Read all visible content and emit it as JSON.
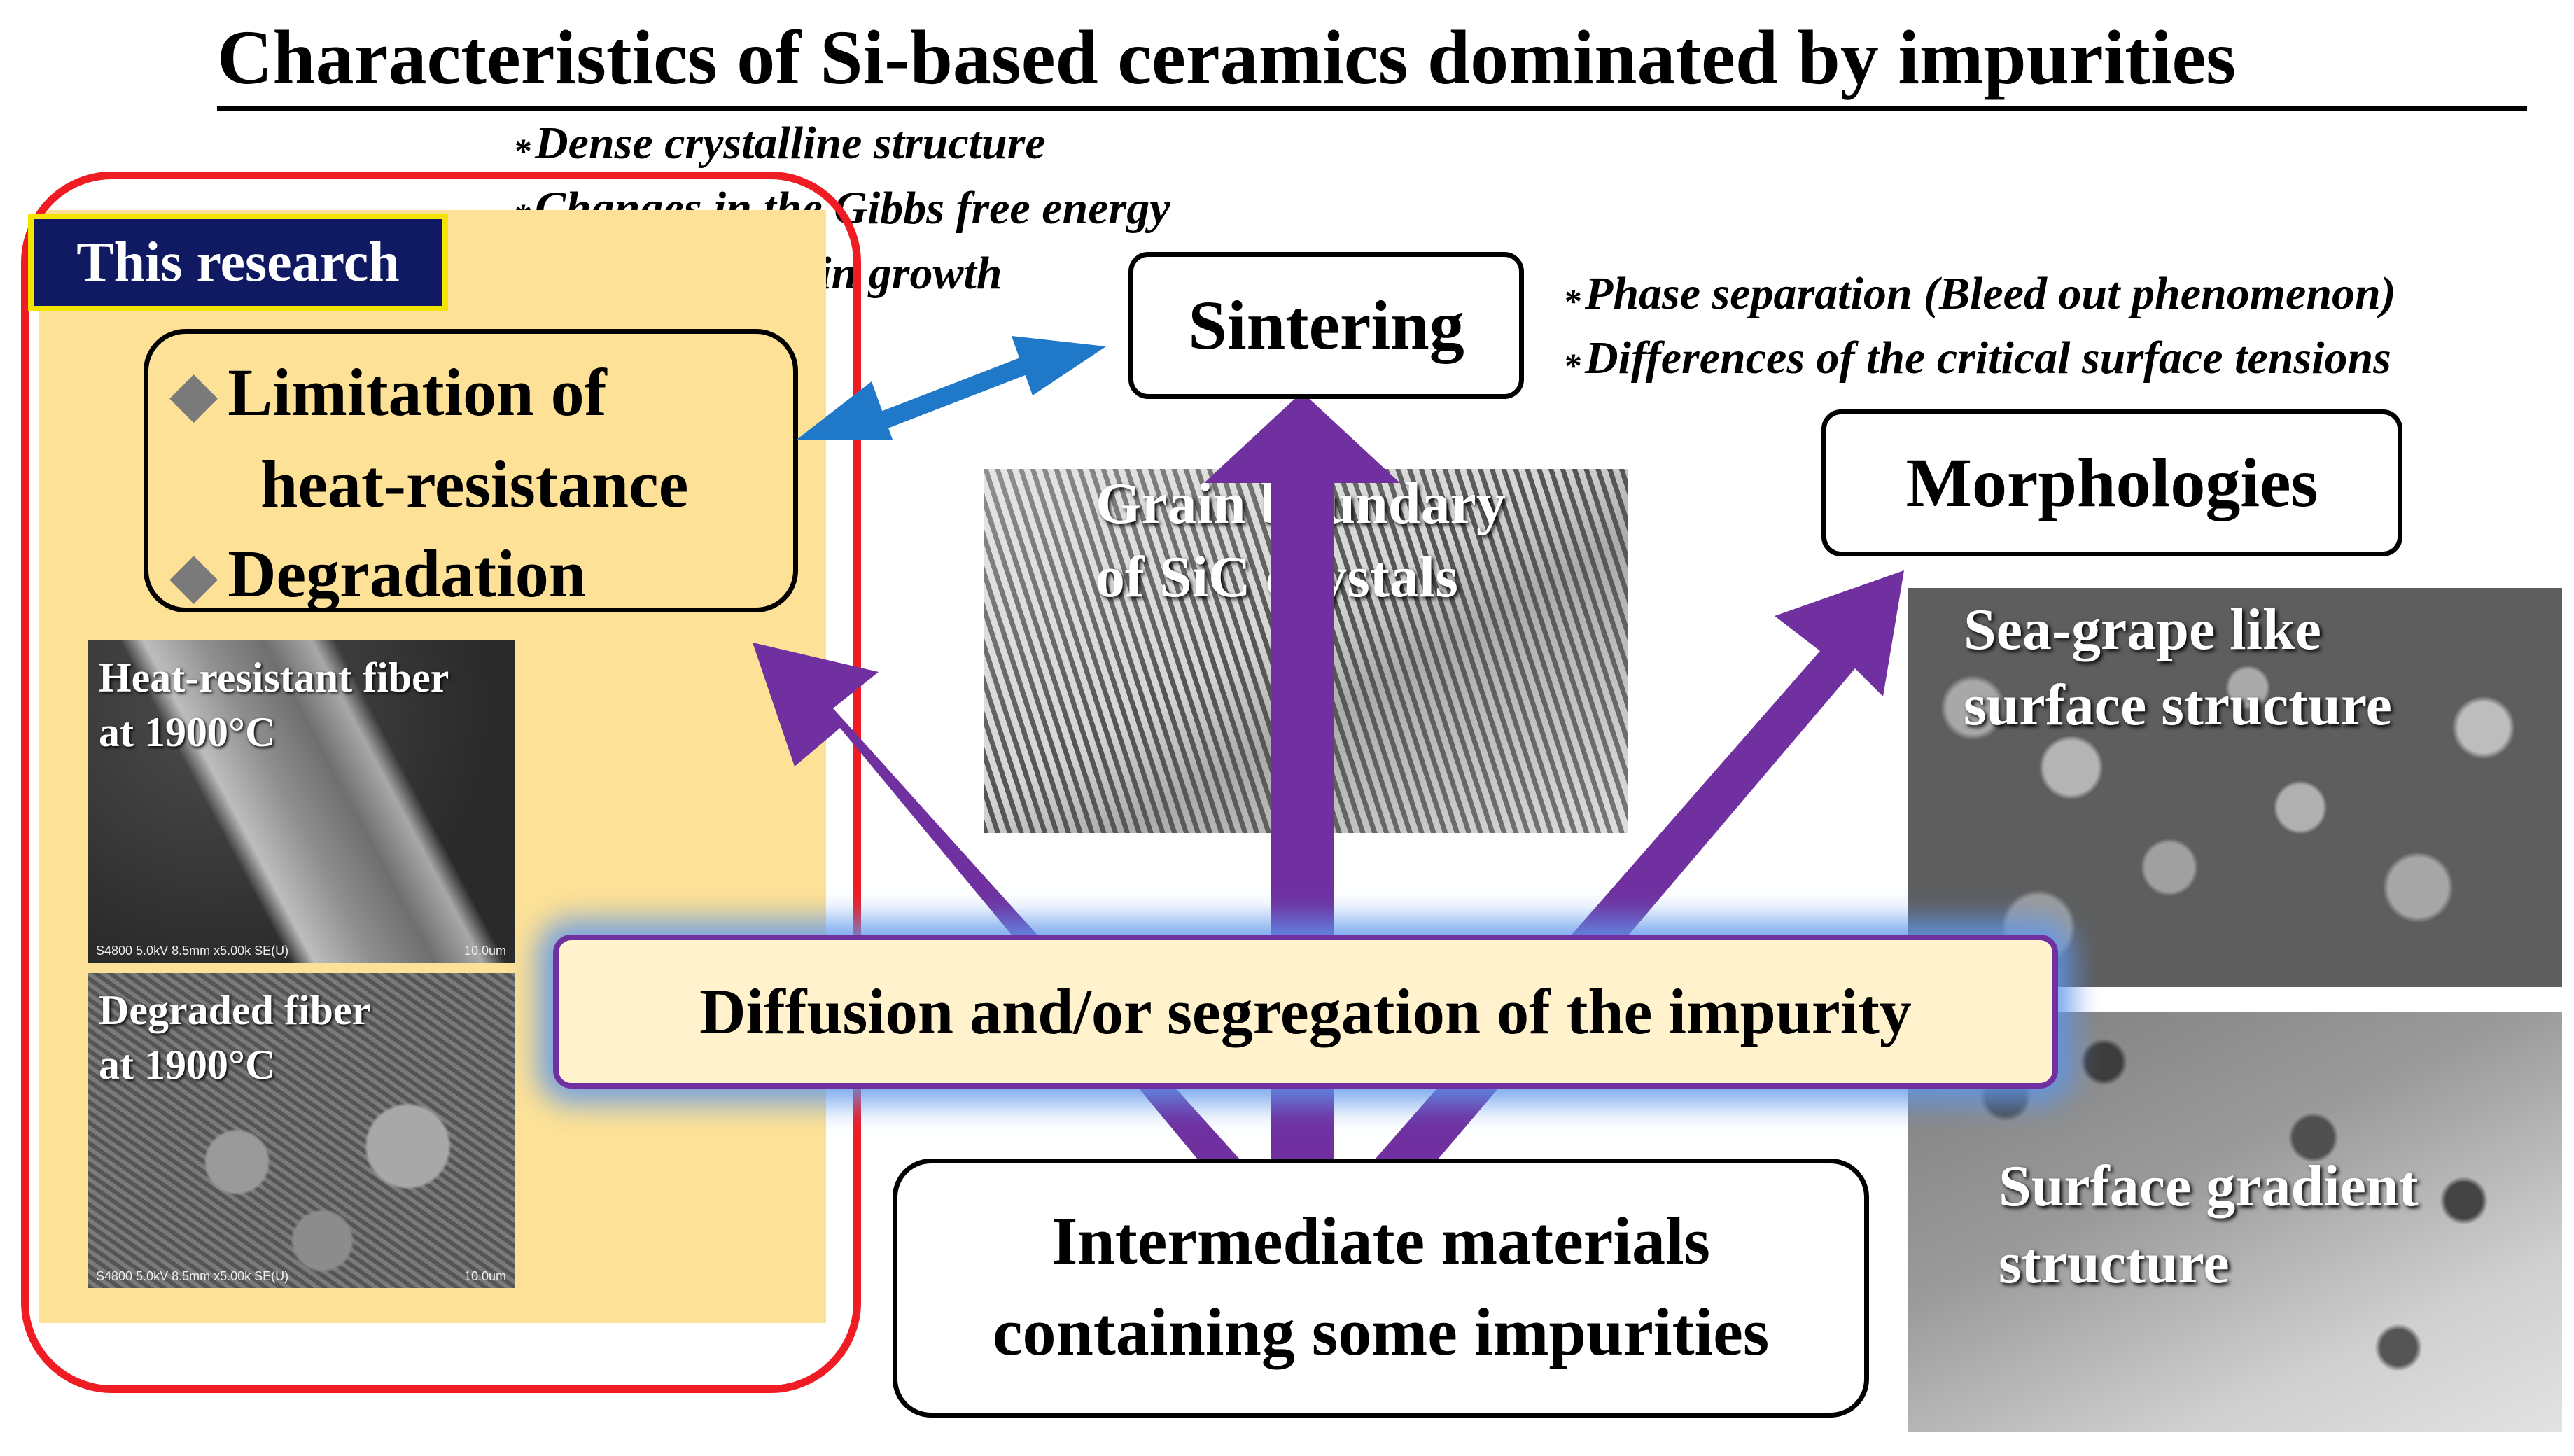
{
  "title": "Characteristics of Si-based ceramics dominated by impurities",
  "sintering_notes": [
    "Dense crystalline structure",
    "Changes in the Gibbs free energy",
    "Crystalline grain growth"
  ],
  "morphology_notes": [
    "Phase separation (Bleed out phenomenon)",
    "Differences of the critical surface tensions"
  ],
  "note_marker": "*",
  "research": {
    "label": "This research",
    "items": [
      "Limitation of",
      "heat-resistance",
      "Degradation"
    ],
    "bullet": "◆"
  },
  "sem_images": {
    "heat_resistant": {
      "line1": "Heat-resistant fiber",
      "line2": "at 1900°C",
      "scale_info": "S4800 5.0kV 8.5mm x5.00k SE(U)",
      "scale_bar": "10.0um"
    },
    "degraded": {
      "line1": "Degraded fiber",
      "line2": "at 1900°C",
      "scale_info": "S4800 5.0kV 8.5mm x5.00k SE(U)",
      "scale_bar": "10.0um"
    }
  },
  "grain_image": {
    "line1": "Grain boundary",
    "line2": "of SiC crystals"
  },
  "morph_images": {
    "sea_grape": {
      "line1": "Sea-grape like",
      "line2": "surface structure"
    },
    "gradient": {
      "line1": "Surface gradient",
      "line2": "structure"
    }
  },
  "boxes": {
    "sintering": "Sintering",
    "morphologies": "Morphologies",
    "diffusion": "Diffusion and/or segregation of the impurity",
    "intermediate_line1": "Intermediate materials",
    "intermediate_line2": "containing some impurities"
  },
  "colors": {
    "title_underline": "#000000",
    "research_frame": "#ef1c24",
    "research_fill": "#fde196",
    "research_label_bg": "#0f1a63",
    "research_label_border": "#f4e400",
    "purple_arrow": "#7030a0",
    "blue_arrow": "#1f78c8",
    "diffusion_fill": "#fff2cc",
    "diffusion_glow": "#5e96eb"
  }
}
